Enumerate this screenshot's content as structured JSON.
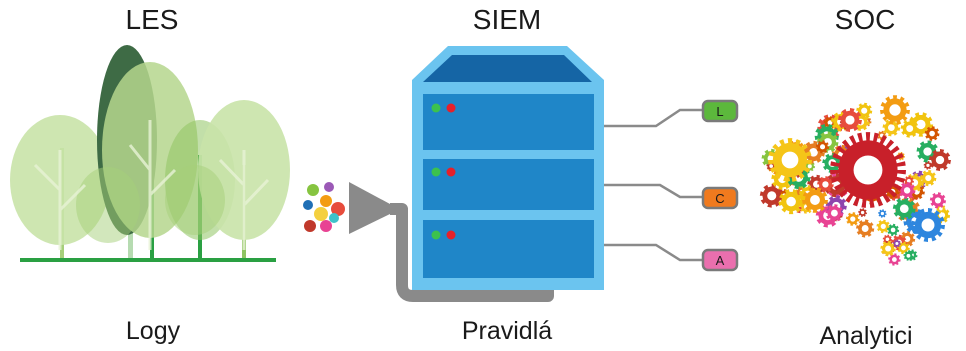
{
  "sections": [
    {
      "title": "LES",
      "caption": "Logy"
    },
    {
      "title": "SIEM",
      "caption": "Pravidlá"
    },
    {
      "title": "SOC",
      "caption": "Analytici"
    }
  ],
  "siem_outputs": [
    {
      "label": "L",
      "color": "#5cb83c"
    },
    {
      "label": "C",
      "color": "#f07a1e"
    },
    {
      "label": "A",
      "color": "#ea6fae"
    }
  ],
  "colors": {
    "tree_light": "#c9e3a8",
    "tree_dark": "#3e6b45",
    "ground": "#2aa043",
    "server_frame": "#6bc4ef",
    "server_body": "#1f86c8",
    "server_top": "#1565a5",
    "pipe": "#8a8a8a",
    "led_green": "#3cc24d",
    "led_red": "#e6202a",
    "brain_red": "#c8202a"
  },
  "log_dot_colors": [
    "#86c440",
    "#9b59b6",
    "#1f6fb5",
    "#f39c12",
    "#e74c3c",
    "#f4d03f",
    "#c0392b",
    "#e84393",
    "#3ec1c9"
  ],
  "gear_colors": [
    "#f5c518",
    "#f39c12",
    "#e67e22",
    "#e74c3c",
    "#c0392b",
    "#8e44ad",
    "#e84393",
    "#2e86de",
    "#27ae60",
    "#86c440",
    "#f1c40f",
    "#d35400"
  ]
}
